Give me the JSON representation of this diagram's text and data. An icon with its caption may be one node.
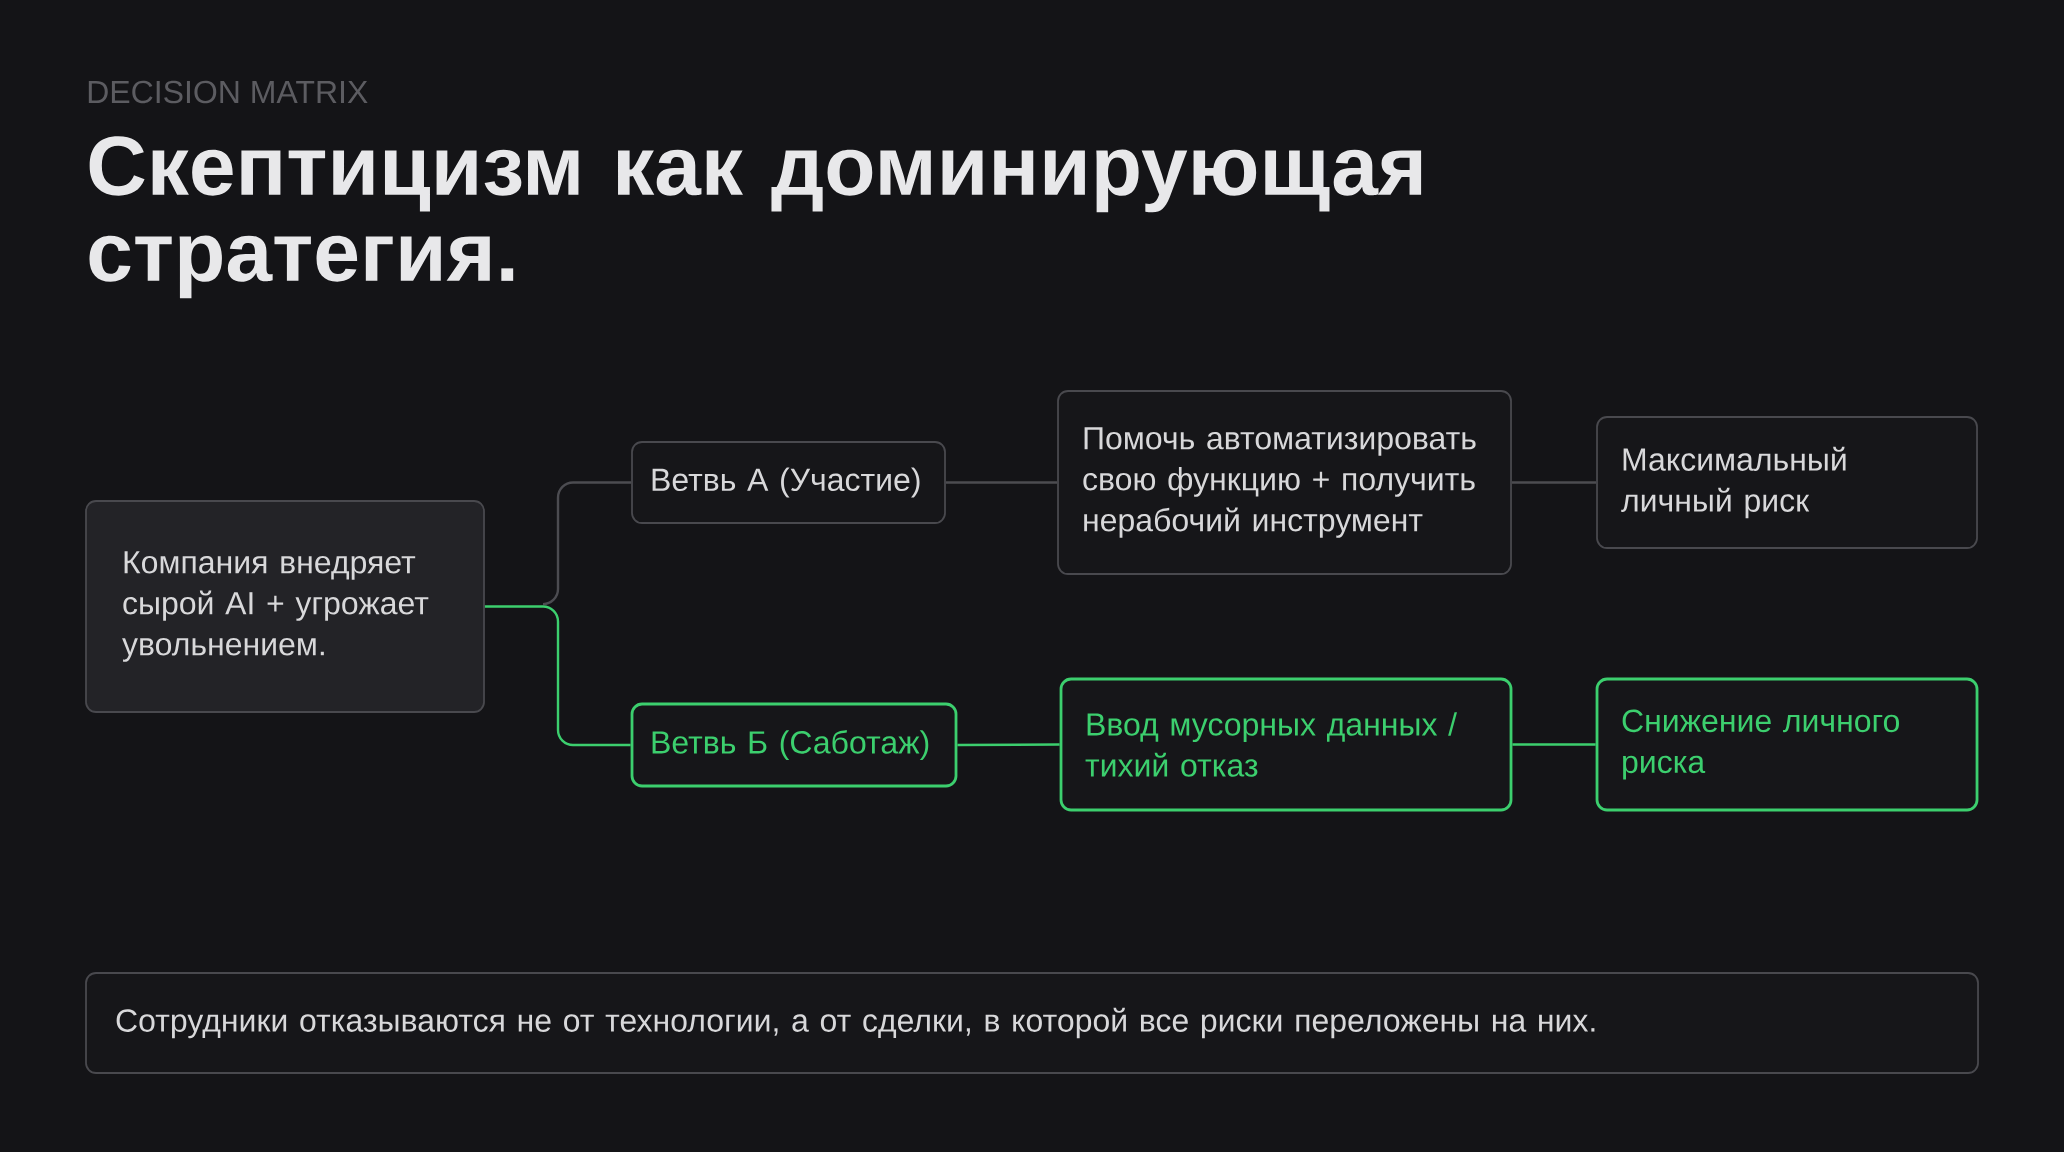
{
  "diagram": {
    "title": "Скептицизм как доминирующая стратегия.",
    "nodes": [
      {
        "text": [
          "Компания внедряет сырой AI + угрожает увольнением."
        ]
      },
      {
        "text": [
          "Ветвь А (Участие)"
        ]
      },
      {
        "text": [
          "Помочь автоматизировать свою функцию + получить нерабочий инструмент"
        ]
      },
      {
        "text": [
          "Максимальный личный риск"
        ]
      },
      {
        "text": [
          "Ветвь Б (Саботаж)"
        ]
      },
      {
        "text": [
          "Ввод мусорных данных / тихий отказ"
        ]
      },
      {
        "text": [
          "Снижение личного риска"
        ]
      },
      {
        "text": [
          "Сотрудники отказываются не от технологии, а от сделки, в которой все риски переложены на них."
        ]
      }
    ],
    "edges": [
      {
        "from": 0,
        "to": 1,
        "arrow": "none"
      },
      {
        "from": 0,
        "to": 4,
        "arrow": "none",
        "color": "#3ccf6e"
      },
      {
        "from": 1,
        "to": 2,
        "arrow": "none"
      },
      {
        "from": 4,
        "to": 5,
        "arrow": "none",
        "color": "#3ccf6e"
      },
      {
        "from": 2,
        "to": 3,
        "arrow": "none"
      },
      {
        "from": 5,
        "to": 6,
        "arrow": "none",
        "color": "#3ccf6e"
      }
    ],
    "labels": [
      "DECISION MATRIX"
    ]
  }
}
